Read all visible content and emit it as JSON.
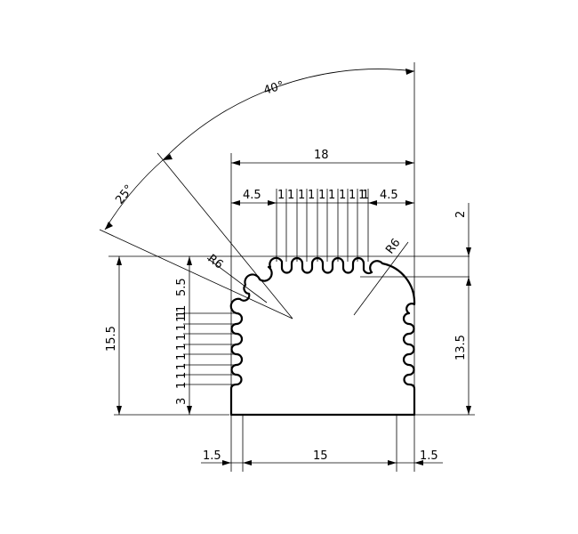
{
  "dimensions": {
    "top_total": "18",
    "top_left_margin": "4.5",
    "top_right_margin": "4.5",
    "top_pitch": [
      "1",
      "1",
      "1",
      "1",
      "1",
      "1",
      "1",
      "1",
      "1",
      "1"
    ],
    "bottom_left": "1.5",
    "bottom_middle": "15",
    "bottom_right": "1.5",
    "left_height": "15.5",
    "left_upper": "5.5",
    "left_lower": "3",
    "left_pitch": [
      "1",
      "1",
      "1",
      "1",
      "1",
      "1",
      "1",
      "1",
      "1",
      "1"
    ],
    "right_top_offset": "2",
    "right_height": "13.5",
    "radius_left": "R6",
    "radius_right": "R6",
    "angle_outer": "40°",
    "angle_inner": "25°"
  }
}
